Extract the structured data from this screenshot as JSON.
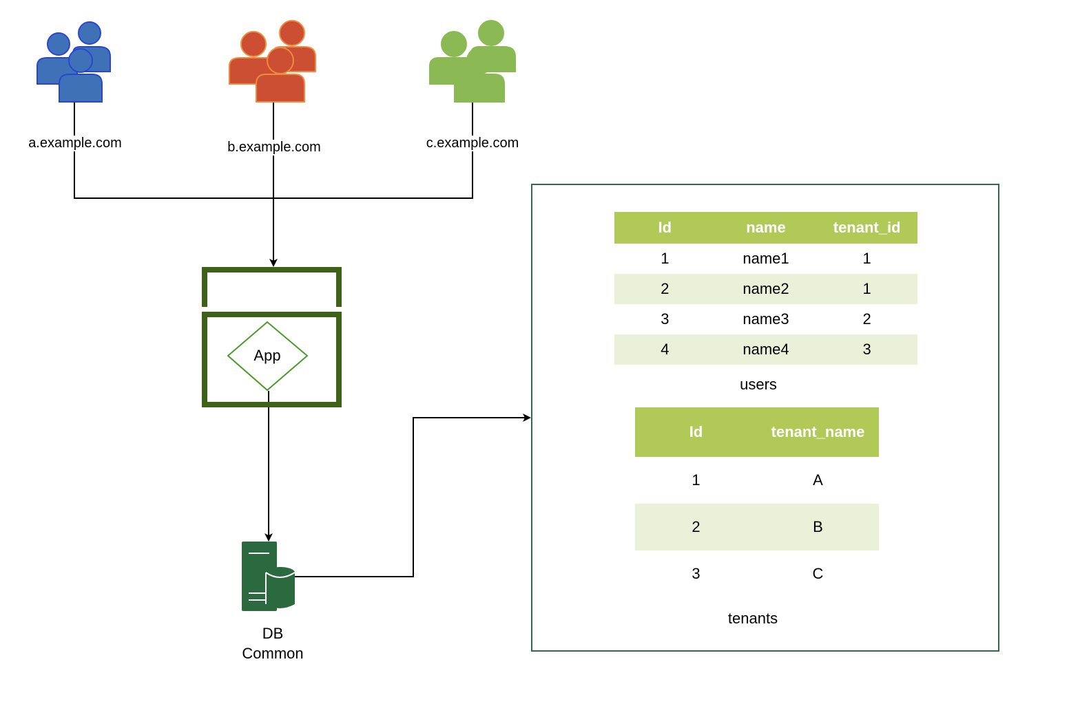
{
  "tenants_sites": [
    {
      "domain": "a.example.com",
      "color": "#3f71b6",
      "outline": "#2945d6"
    },
    {
      "domain": "b.example.com",
      "color": "#cc4e33",
      "outline": "#f08a3c"
    },
    {
      "domain": "c.example.com",
      "color": "#8bb954",
      "outline": "#8bb954"
    }
  ],
  "app": {
    "label": "App",
    "frame_color": "#3c6117",
    "diamond_color": "#4a9a2c"
  },
  "database": {
    "label_line1": "DB",
    "label_line2": "Common",
    "color": "#2a6a3e"
  },
  "users_table": {
    "caption": "users",
    "headers": [
      "Id",
      "name",
      "tenant_id"
    ],
    "rows": [
      [
        "1",
        "name1",
        "1"
      ],
      [
        "2",
        "name2",
        "1"
      ],
      [
        "3",
        "name3",
        "2"
      ],
      [
        "4",
        "name4",
        "3"
      ]
    ]
  },
  "tenants_table": {
    "caption": "tenants",
    "headers": [
      "Id",
      "tenant_name"
    ],
    "rows": [
      [
        "1",
        "A"
      ],
      [
        "2",
        "B"
      ],
      [
        "3",
        "C"
      ]
    ]
  },
  "colors": {
    "table_header": "#b0c957",
    "table_alt_row": "#ebf1d8",
    "panel_border": "#2f6b4a"
  }
}
